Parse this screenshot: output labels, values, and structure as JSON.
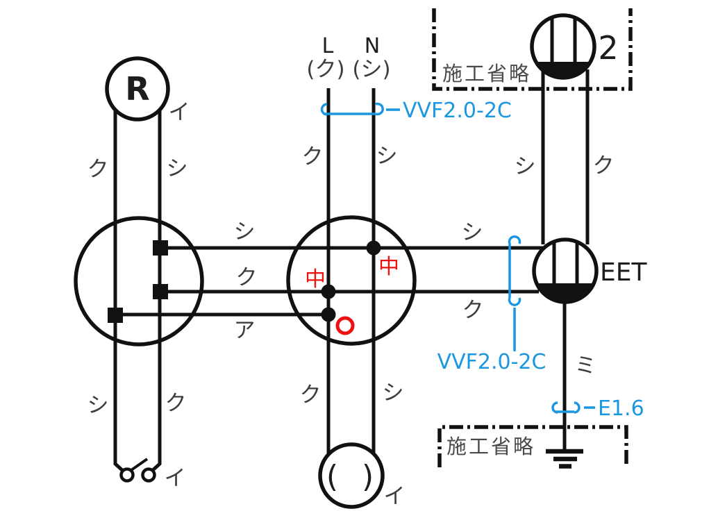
{
  "diagram_title": "wiring-practice-diagram",
  "colors": {
    "line": "#111111",
    "label_gray": "#3d3d3d",
    "annotation_blue": "#1a97e0",
    "mark_red": "#ee1111",
    "background": "#ffffff"
  },
  "source": {
    "line_l": "L",
    "line_n": "N",
    "line_l_mark": "(ク)",
    "line_n_mark": "(シ)"
  },
  "devices": {
    "lamp_receptacle": "R",
    "outlet_circuit_count": "2",
    "outlet_eet": "EET",
    "ceiling_lamp": "( )"
  },
  "annotations": {
    "omit_top": "施工省略",
    "omit_bottom": "施工省略",
    "cable_top": "VVF2.0-2C",
    "cable_right": "VVF2.0-2C",
    "earth_cable": "E1.6",
    "sleeve_mark_left": "中",
    "sleeve_mark_right": "中",
    "sleeve_mark_ring": "○"
  },
  "wire_labels": {
    "r_branch": "イ",
    "r_left": "ク",
    "r_right": "シ",
    "feed_left": "ク",
    "feed_right": "シ",
    "run_left_top": "シ",
    "run_left_mid": "ク",
    "run_left_bottom": "ア",
    "run_right_top": "シ",
    "run_right_bottom": "ク",
    "drop_right_left": "シ",
    "drop_right_right": "ク",
    "lamp_left": "ク",
    "lamp_right": "シ",
    "switch_left": "シ",
    "switch_right": "ク",
    "switch_branch": "イ",
    "lamp_branch": "イ",
    "earth_wire": "ミ"
  }
}
